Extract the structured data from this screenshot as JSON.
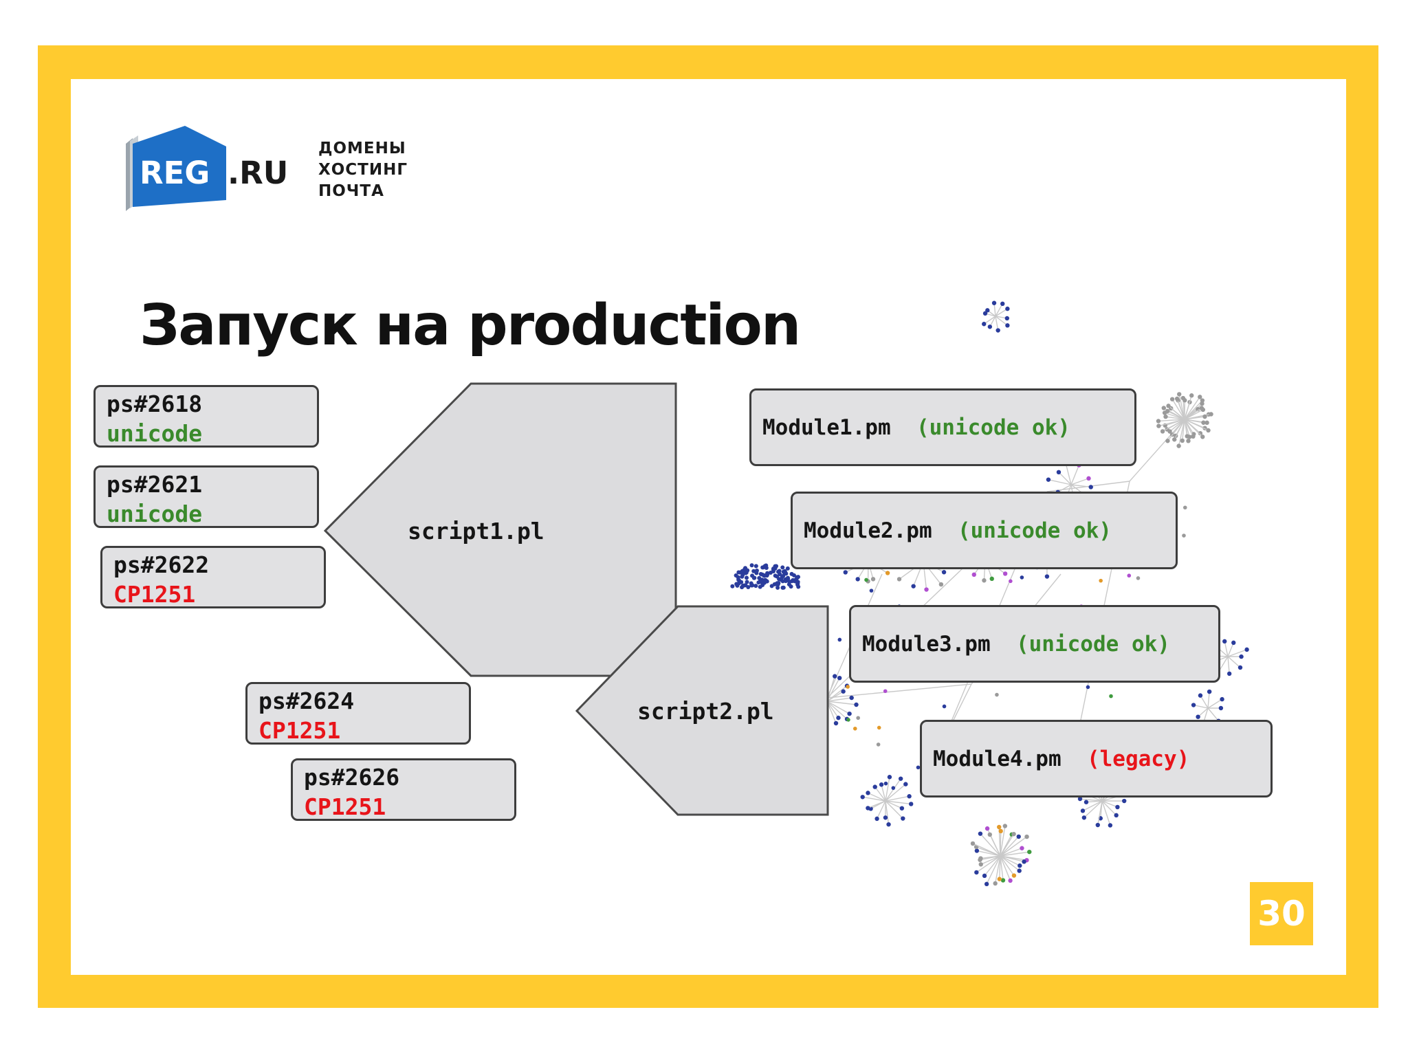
{
  "logo": {
    "brand": "REG",
    "suffix": ".RU",
    "tagline": [
      "ДОМЕНЫ",
      "ХОСТИНГ",
      "ПОЧТА"
    ]
  },
  "title": "Запуск на production",
  "scripts": [
    {
      "name": "script1.pl"
    },
    {
      "name": "script2.pl"
    }
  ],
  "processes": [
    {
      "id": "ps#2618",
      "encoding": "unicode",
      "status": "ok"
    },
    {
      "id": "ps#2621",
      "encoding": "unicode",
      "status": "ok"
    },
    {
      "id": "ps#2622",
      "encoding": "CP1251",
      "status": "bad"
    },
    {
      "id": "ps#2624",
      "encoding": "CP1251",
      "status": "bad"
    },
    {
      "id": "ps#2626",
      "encoding": "CP1251",
      "status": "bad"
    }
  ],
  "modules": [
    {
      "name": "Module1.pm",
      "note": "(unicode ok)",
      "status": "ok"
    },
    {
      "name": "Module2.pm",
      "note": "(unicode ok)",
      "status": "ok"
    },
    {
      "name": "Module3.pm",
      "note": "(unicode ok)",
      "status": "ok"
    },
    {
      "name": "Module4.pm",
      "note": "(legacy)",
      "status": "bad"
    }
  ],
  "page_number": "30",
  "colors": {
    "frame": "#FFCB2F",
    "brand_blue": "#1E6FC6",
    "ok_green": "#3a8a2c",
    "legacy_red": "#e8141a",
    "box_fill": "#e1e1e3"
  }
}
